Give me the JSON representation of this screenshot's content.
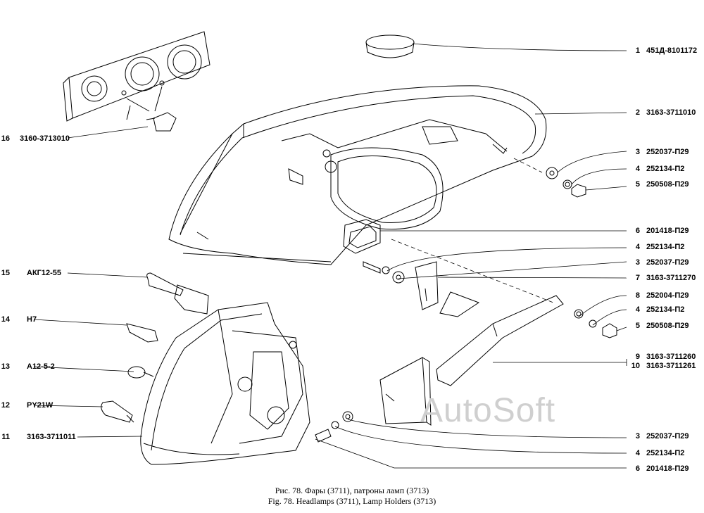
{
  "callouts_right": [
    {
      "num": "1",
      "part": "451Д-8101172"
    },
    {
      "num": "2",
      "part": "3163-3711010"
    },
    {
      "num": "3",
      "part": "252037-П29"
    },
    {
      "num": "4",
      "part": "252134-П2"
    },
    {
      "num": "5",
      "part": "250508-П29"
    },
    {
      "num": "6",
      "part": "201418-П29"
    },
    {
      "num": "4",
      "part": "252134-П2"
    },
    {
      "num": "3",
      "part": "252037-П29"
    },
    {
      "num": "7",
      "part": "3163-3711270"
    },
    {
      "num": "8",
      "part": "252004-П29"
    },
    {
      "num": "4",
      "part": "252134-П2"
    },
    {
      "num": "5",
      "part": "250508-П29"
    },
    {
      "num": "9",
      "part": "3163-3711260"
    },
    {
      "num": "10",
      "part": "3163-3711261"
    },
    {
      "num": "3",
      "part": "252037-П29"
    },
    {
      "num": "4",
      "part": "252134-П2"
    },
    {
      "num": "6",
      "part": "201418-П29"
    }
  ],
  "callouts_left": [
    {
      "num": "16",
      "part": "3160-3713010"
    },
    {
      "num": "15",
      "part": "АКГ12-55"
    },
    {
      "num": "14",
      "part": "H7"
    },
    {
      "num": "13",
      "part": "А12-5-2"
    },
    {
      "num": "12",
      "part": "PY21W"
    },
    {
      "num": "11",
      "part": "3163-3711011"
    }
  ],
  "watermark": "AutoSoft",
  "caption": {
    "ru": "Рис. 78. Фары (3711), патроны ламп (3713)",
    "en": "Fig. 78. Headlamps (3711), Lamp Holders (3713)"
  }
}
